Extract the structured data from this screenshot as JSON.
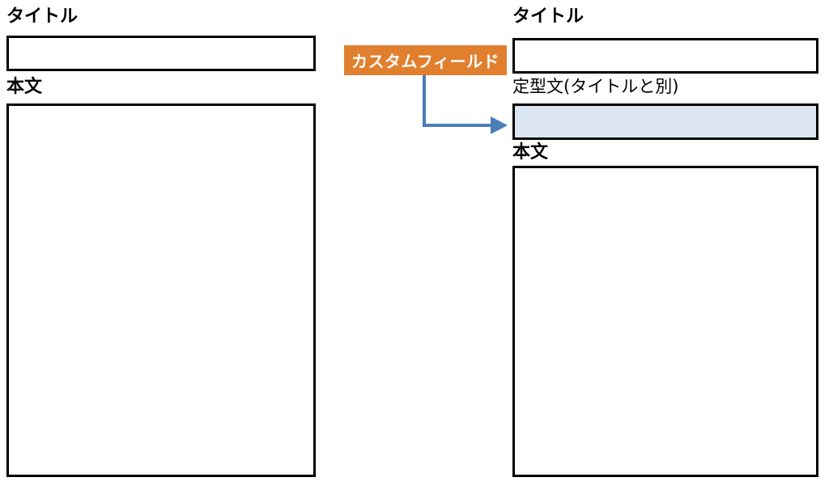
{
  "diagram": {
    "title_semantic": "custom-field-callout-diagram",
    "colors": {
      "badge_fill": "#e0802f",
      "badge_text": "#ffffff",
      "arrow": "#4a7ebb",
      "highlight_fill": "#dce6f2",
      "border": "#000000",
      "background": "#ffffff"
    },
    "callout": {
      "label": "カスタムフィールド"
    },
    "left_panel": {
      "name": "default-post-form",
      "fields": [
        {
          "label": "タイトル",
          "value": "",
          "type": "single-line",
          "highlight": false
        },
        {
          "label": "本文",
          "value": "",
          "type": "multi-line",
          "highlight": false
        }
      ]
    },
    "right_panel": {
      "name": "post-form-with-custom-field",
      "fields": [
        {
          "label": "タイトル",
          "value": "",
          "type": "single-line",
          "highlight": false
        },
        {
          "label": "定型文(タイトルと別)",
          "value": "",
          "type": "single-line",
          "highlight": true
        },
        {
          "label": "本文",
          "value": "",
          "type": "multi-line",
          "highlight": false
        }
      ]
    }
  }
}
